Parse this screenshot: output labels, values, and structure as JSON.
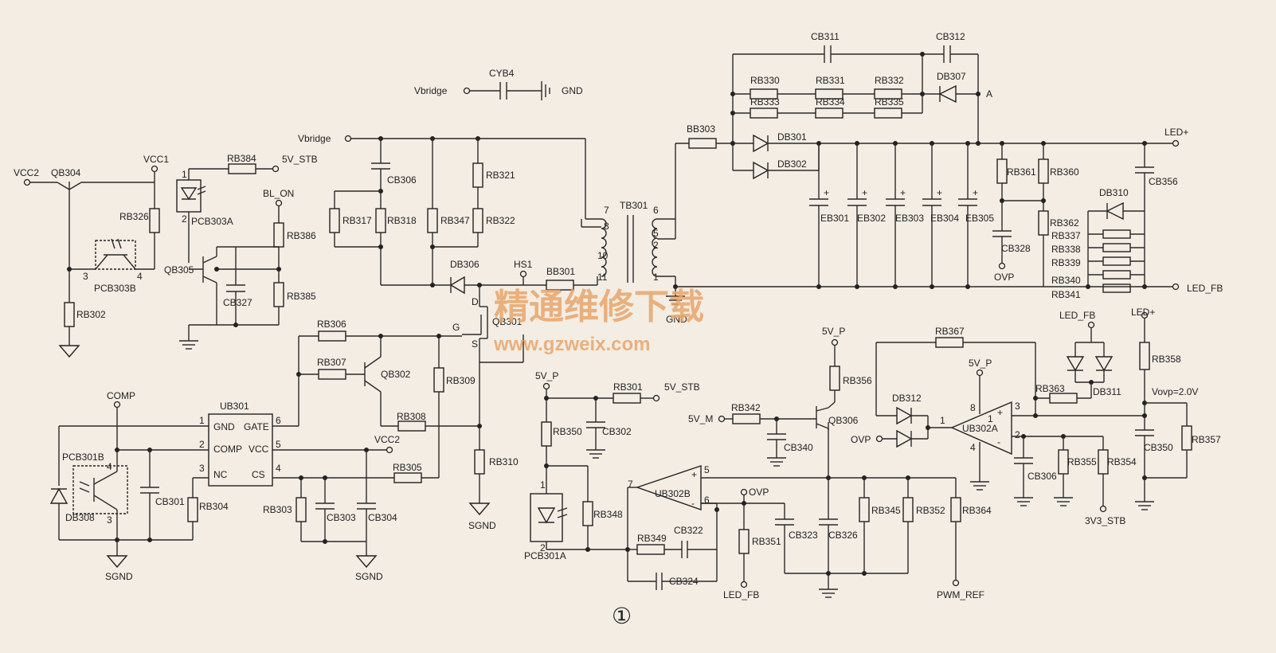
{
  "diagram": {
    "figure_number": "①",
    "watermark": {
      "title": "精通维修下载",
      "url": "www.gzweix.com"
    },
    "net_labels": {
      "vcc2": "VCC2",
      "vcc1": "VCC1",
      "v5_stb": "5V_STB",
      "bl_on": "BL_ON",
      "vbridge": "Vbridge",
      "gnd": "GND",
      "hs1": "HS1",
      "comp": "COMP",
      "sgnd": "SGND",
      "v5_p": "5V_P",
      "v5_m": "5V_M",
      "ovp": "OVP",
      "led_fb": "LED_FB",
      "pwm_ref": "PWM_REF",
      "led_plus": "LED+",
      "v3v3_stb": "3V3_STB",
      "vovp": "Vovp=2.0V",
      "node_a": "A"
    },
    "components": {
      "qb304": "QB304",
      "qb305": "QB305",
      "qb302": "QB302",
      "qb306": "QB306",
      "qb301": "QB301",
      "pcb303a": "PCB303A",
      "pcb303b": "PCB303B",
      "pcb301a": "PCB301A",
      "pcb301b": "PCB301B",
      "rb384": "RB384",
      "rb326": "RB326",
      "rb386": "RB386",
      "rb385": "RB385",
      "rb302": "RB302",
      "cb327": "CB327",
      "cyb4": "CYB4",
      "cb306": "CB306",
      "rb317": "RB317",
      "rb318": "RB318",
      "rb347": "RB347",
      "rb321": "RB321",
      "rb322": "RB322",
      "db306": "DB306",
      "bb301": "BB301",
      "tb301": "TB301",
      "bb303": "BB303",
      "cb311": "CB311",
      "cb312": "CB312",
      "rb330": "RB330",
      "rb331": "RB331",
      "rb332": "RB332",
      "rb333": "RB333",
      "rb334": "RB334",
      "rb335": "RB335",
      "db307": "DB307",
      "db301": "DB301",
      "db302": "DB302",
      "eb301": "EB301",
      "eb302": "EB302",
      "eb303": "EB303",
      "eb304": "EB304",
      "eb305": "EB305",
      "rb361": "RB361",
      "rb360": "RB360",
      "cb328": "CB328",
      "rb362": "RB362",
      "cb356": "CB356",
      "db310": "DB310",
      "rb337": "RB337",
      "rb338": "RB338",
      "rb339": "RB339",
      "rb340": "RB340",
      "rb341": "RB341",
      "rb306": "RB306",
      "rb307": "RB307",
      "rb309": "RB309",
      "rb308": "RB308",
      "rb305": "RB305",
      "rb310": "RB310",
      "ub301": "UB301",
      "gnd_pin": "GND",
      "comp_pin": "COMP",
      "nc_pin": "NC",
      "gate_pin": "GATE",
      "vcc_pin": "VCC",
      "cs_pin": "CS",
      "cb301": "CB301",
      "rb304": "RB304",
      "db308": "DB308",
      "rb303": "RB303",
      "cb303": "CB303",
      "cb304": "CB304",
      "rb301": "RB301",
      "cb302": "CB302",
      "rb350": "RB350",
      "rb348": "RB348",
      "ub302b": "UB302B",
      "cb322": "CB322",
      "rb349": "RB349",
      "cb324": "CB324",
      "rb351": "RB351",
      "rb342": "RB342",
      "cb340": "CB340",
      "rb356": "RB356",
      "cb323": "CB323",
      "cb326": "CB326",
      "rb345": "RB345",
      "rb352": "RB352",
      "rb364": "RB364",
      "rb367": "RB367",
      "db311": "DB311",
      "db312": "DB312",
      "ub302a": "UB302A",
      "rb363": "RB363",
      "cb306b": "CB306",
      "rb355": "RB355",
      "rb354": "RB354",
      "rb358": "RB358",
      "cb350": "CB350",
      "rb357": "RB357"
    }
  }
}
